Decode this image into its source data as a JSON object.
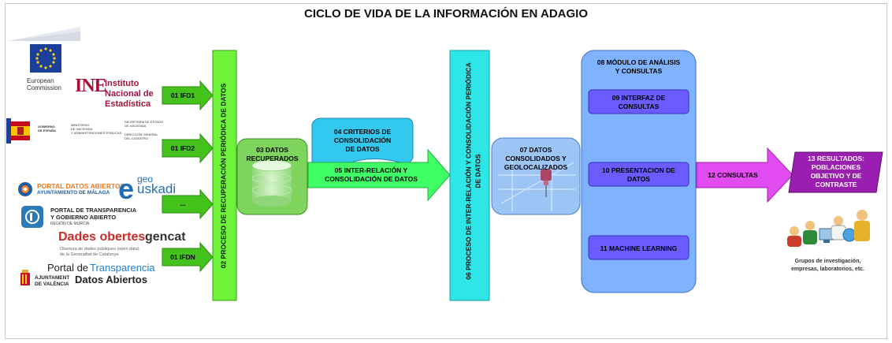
{
  "title": "CICLO DE VIDA DE LA INFORMACIÓN EN ADAGIO",
  "sources": {
    "ec_line1": "European",
    "ec_line2": "Commission",
    "ine_mark": "INE",
    "ine_line1": "Instituto",
    "ine_line2": "Nacional de",
    "ine_line3": "Estadística",
    "gob_col1": "GOBIERNO\nDE ESPAÑA",
    "gob_col2": "MINISTERIO\nDE HACIENDA\nY ADMINISTRACIONES PÚBLICAS",
    "gob_col3": "SECRETARÍA DE ESTADO\nDE HACIENDA",
    "gob_col4": "DIRECCIÓN GENERAL\nDEL CATASTRO",
    "malaga_line1": "PORTAL DATOS ABIERTOS",
    "malaga_line2": "AYUNTAMIENTO DE MÁLAGA",
    "geo_sup": "geo",
    "geo_main": "uskadi",
    "murcia_line1": "PORTAL DE TRANSPARENCIA",
    "murcia_line2": "Y GOBIERNO ABIERTO",
    "murcia_line3": "REGIÓN DE MURCIA",
    "gencat_a": "Dades obertes",
    "gencat_b": "gencat",
    "gencat_sub1": "Obertura de dades públiques (open data)",
    "gencat_sub2": "de la Generalitat de Catalunya",
    "valencia_line1a": "Portal de",
    "valencia_line1b": "Transparencia",
    "valencia_org1": "AJUNTAMENT",
    "valencia_org2": "DE VALÈNCIA",
    "valencia_line2": "Datos Abiertos"
  },
  "arrows": {
    "ifd1": "01 IFD1",
    "ifd2": "01 IFD2",
    "ellipsis": "...",
    "ifdn": "01 IFDN"
  },
  "process02": "02 PROCESO DE RECUPERACIÓN PERIÓDICA DE DATOS",
  "recovered03": {
    "line1": "03 DATOS",
    "line2": "RECUPERADOS"
  },
  "criteria04": {
    "line1": "04 CRITERIOS DE",
    "line2": "CONSOLIDACIÓN",
    "line3": "DE DATOS"
  },
  "interrel05": {
    "line1": "05 INTER-RELACIÓN Y",
    "line2": "CONSOLIDACIÓN DE DATOS"
  },
  "process06": {
    "line1": "06 PROCESO DE INTER-RELACIÓN Y CONSOLIDACIÓN PERIÓDICA",
    "line2": "DE DATOS"
  },
  "consolidated07": {
    "line1": "07 DATOS",
    "line2": "CONSOLIDADOS Y",
    "line3": "GEOLOCALIZADOS"
  },
  "module08": {
    "line1": "08 MÓDULO DE ANÁLISIS",
    "line2": "Y CONSULTAS"
  },
  "interface09": {
    "line1": "09 INTERFAZ DE",
    "line2": "CONSULTAS"
  },
  "presentation10": {
    "line1": "10 PRESENTACION DE",
    "line2": "DATOS"
  },
  "ml11": "11 MACHINE LEARNING",
  "queries12": "12 CONSULTAS",
  "results13": {
    "line1": "13 RESULTADOS:",
    "line2": "POBLACIONES",
    "line3": "OBJETIVO Y DE",
    "line4": "CONTRASTE"
  },
  "groups": {
    "line1": "Grupos de investigación,",
    "line2": "empresas, laboratorios, etc."
  },
  "colors": {
    "green_arrow": "#44c21c",
    "green_bar": "#6ef23a",
    "bright_green": "#40ff66",
    "cyan": "#2ee6e6",
    "light_blue": "#7fb3ff",
    "sky": "#3fbdf4",
    "indigo": "#6a5cff",
    "magenta": "#e24bf0",
    "purple": "#9a1fb0"
  }
}
